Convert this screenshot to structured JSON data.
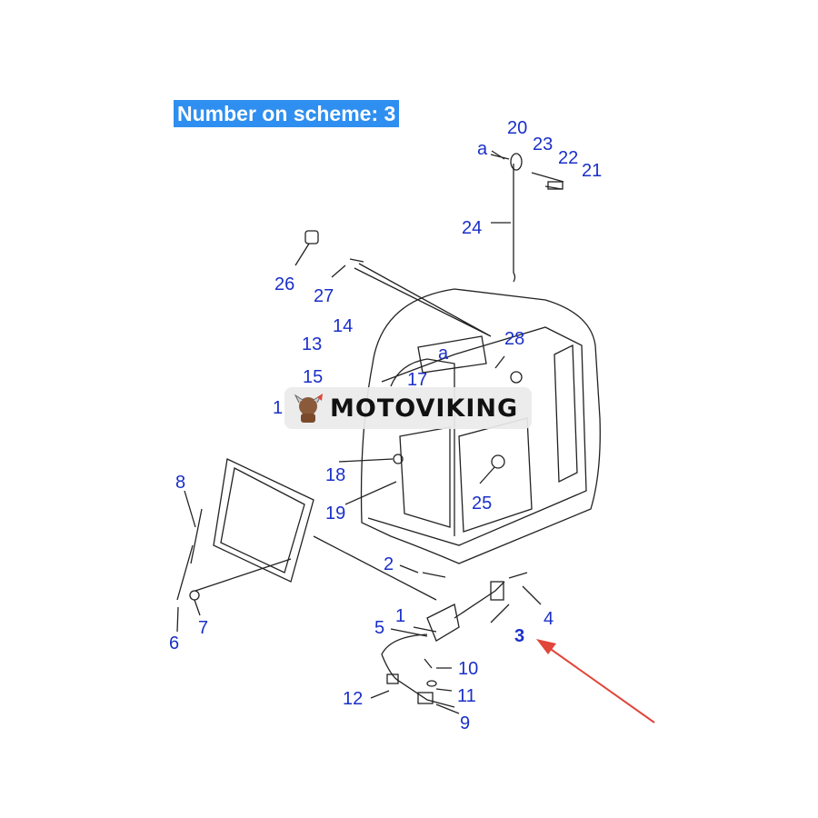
{
  "header": {
    "title": "Number on scheme: 3",
    "bg_color": "#2f8ff0"
  },
  "watermark": {
    "text": "MOTOVIKING"
  },
  "callouts": {
    "n20": "20",
    "n23": "23",
    "n22": "22",
    "n21": "21",
    "a1": "a",
    "n24": "24",
    "n26": "26",
    "n27": "27",
    "n14": "14",
    "n13": "13",
    "a2": "a",
    "n28": "28",
    "n17": "17",
    "n15": "15",
    "n16": "1",
    "n18": "18",
    "n19": "19",
    "n25": "25",
    "n8": "8",
    "n2": "2",
    "n4": "4",
    "n1": "1",
    "n5": "5",
    "n3": "3",
    "n6": "6",
    "n7": "7",
    "n10": "10",
    "n11": "11",
    "n12": "12",
    "n9": "9"
  },
  "colors": {
    "label": "#1a2fc8",
    "arrow": "#e0463a"
  }
}
